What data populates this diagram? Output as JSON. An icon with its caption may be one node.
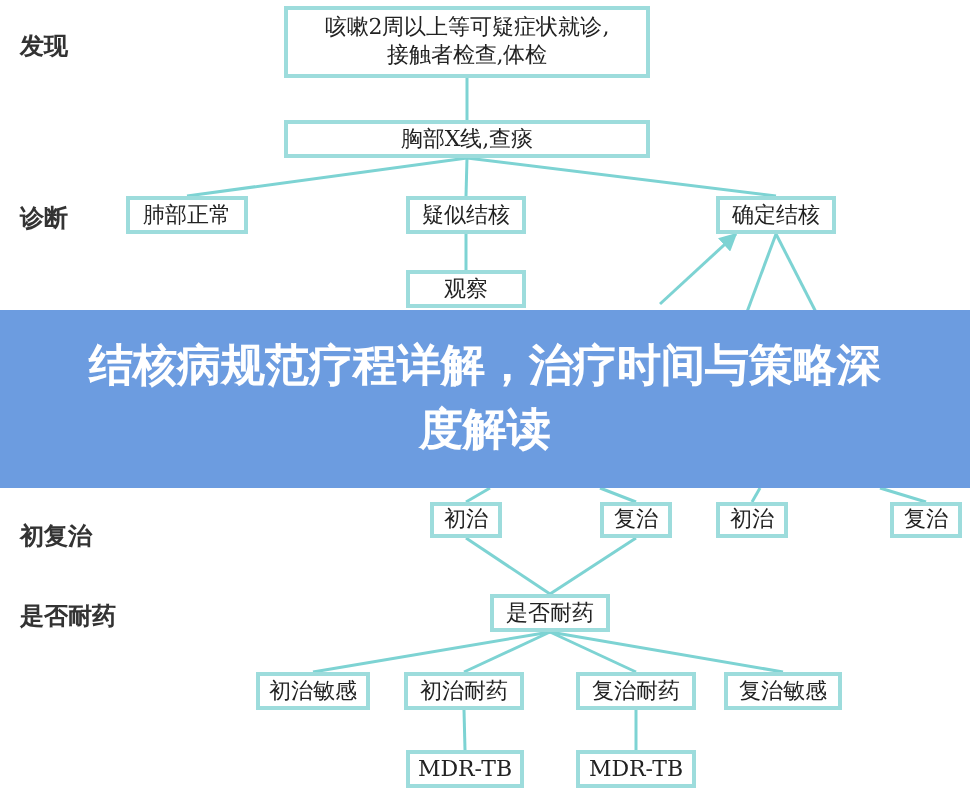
{
  "diagram": {
    "title": "结核病规范疗程详解，治疗时间与策略深度解读",
    "nodes": [
      {
        "text": [
          "咳嗽2周以上等可疑症状就诊,接触者检查,体检"
        ]
      },
      {
        "text": [
          "胸部X线,查痰"
        ]
      },
      {
        "text": [
          "肺部正常"
        ]
      },
      {
        "text": [
          "疑似结核"
        ]
      },
      {
        "text": [
          "确定结核"
        ]
      },
      {
        "text": [
          "观察"
        ]
      },
      {
        "text": [
          "初治"
        ]
      },
      {
        "text": [
          "复治"
        ]
      },
      {
        "text": [
          "初治"
        ]
      },
      {
        "text": [
          "复治"
        ]
      },
      {
        "text": [
          "是否耐药"
        ]
      },
      {
        "text": [
          "初治敏感"
        ]
      },
      {
        "text": [
          "初治耐药"
        ]
      },
      {
        "text": [
          "复治耐药"
        ]
      },
      {
        "text": [
          "复治敏感"
        ]
      },
      {
        "text": [
          "MDR-TB"
        ]
      },
      {
        "text": [
          "MDR-TB"
        ]
      }
    ],
    "edges": [
      {
        "from": 0,
        "to": 1,
        "arrow": "none"
      },
      {
        "from": 1,
        "to": 2,
        "arrow": "none"
      },
      {
        "from": 1,
        "to": 3,
        "arrow": "none"
      },
      {
        "from": 1,
        "to": 4,
        "arrow": "none"
      },
      {
        "from": 3,
        "to": 5,
        "arrow": "none"
      },
      {
        "from": null,
        "to": 4,
        "arrow": "to"
      },
      {
        "from": 4,
        "to": null,
        "arrow": "none"
      },
      {
        "from": 4,
        "to": null,
        "arrow": "none"
      },
      {
        "from": null,
        "to": 6,
        "arrow": "none"
      },
      {
        "from": null,
        "to": 7,
        "arrow": "none"
      },
      {
        "from": null,
        "to": 8,
        "arrow": "none"
      },
      {
        "from": null,
        "to": 9,
        "arrow": "none"
      },
      {
        "from": 6,
        "to": 10,
        "arrow": "none"
      },
      {
        "from": 7,
        "to": 10,
        "arrow": "none"
      },
      {
        "from": 10,
        "to": 11,
        "arrow": "none"
      },
      {
        "from": 10,
        "to": 12,
        "arrow": "none"
      },
      {
        "from": 10,
        "to": 13,
        "arrow": "none"
      },
      {
        "from": 10,
        "to": 14,
        "arrow": "none"
      },
      {
        "from": 12,
        "to": 15,
        "arrow": "none"
      },
      {
        "from": 13,
        "to": 16,
        "arrow": "none"
      }
    ],
    "labels": [
      "发现",
      "诊断",
      "初复治",
      "是否耐药"
    ]
  }
}
